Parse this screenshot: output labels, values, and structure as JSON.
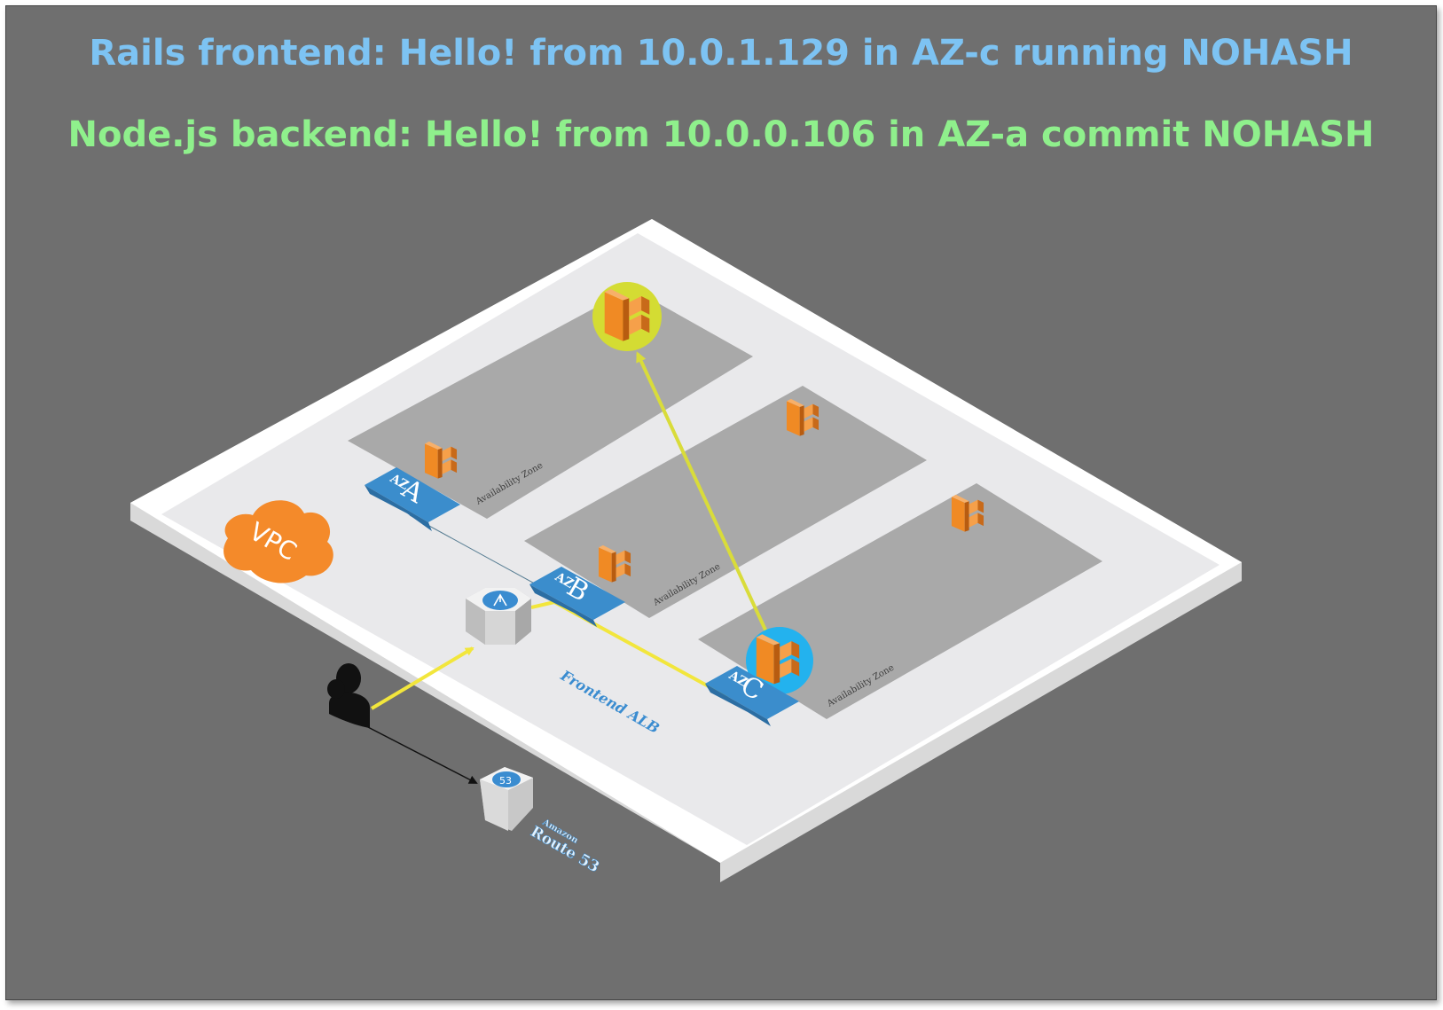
{
  "header": {
    "frontend_line": "Rails frontend: Hello! from 10.0.1.129 in AZ-c running NOHASH",
    "backend_line": "Node.js backend: Hello! from 10.0.0.106 in AZ-a commit NOHASH"
  },
  "diagram": {
    "vpc_label": "VPC",
    "alb_label": "Frontend ALB",
    "availability_zones": [
      {
        "badge_prefix": "AZ",
        "badge_letter": "A",
        "caption": "Availability Zone"
      },
      {
        "badge_prefix": "AZ",
        "badge_letter": "B",
        "caption": "Availability Zone"
      },
      {
        "badge_prefix": "AZ",
        "badge_letter": "C",
        "caption": "Availability Zone"
      }
    ],
    "route53": {
      "line1": "Amazon",
      "line2": "Route 53",
      "badge": "53"
    },
    "icons": [
      "user-icon",
      "load-balancer-icon",
      "route53-icon",
      "ecs-container-icon",
      "vpc-cloud-icon"
    ],
    "colors": {
      "background": "#6f6f6f",
      "frontend_text": "#7dc3f3",
      "backend_text": "#8ff08c",
      "az_badge": "#3b8dcc",
      "ecs_orange": "#f08a24",
      "vpc_orange": "#f48a2a",
      "request_arrow": "#f2e63c",
      "backend_arrow": "#d9dc3a",
      "active_frontend_highlight": "#23b2ee",
      "active_backend_highlight": "#d4dc33"
    }
  }
}
